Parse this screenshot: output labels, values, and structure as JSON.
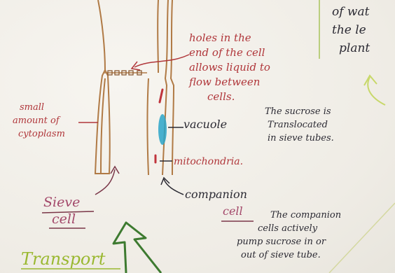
{
  "labels": {
    "holes": [
      "holes in the",
      "end of the cell",
      "allows liquid to",
      "flow between",
      "cells."
    ],
    "small_cytoplasm": [
      "small",
      "amount of",
      "cytoplasm"
    ],
    "sucrose_note": [
      "The sucrose is",
      "Translocated",
      "in sieve tubes."
    ],
    "vacuole": "vacuole",
    "mitochondria": "mitochondria.",
    "companion": "companion",
    "companion_cell_word": "cell",
    "companion_note": [
      "The companion",
      "cells actively",
      "pump sucrose in or",
      "out of sieve tube."
    ],
    "sieve": "Sieve",
    "sieve_cell": "cell",
    "transport": "Transport",
    "top_right": [
      "of wat",
      "the le",
      "plant"
    ]
  },
  "colors": {
    "cell_outline": "#b07a45",
    "red_ink": "#b0363a",
    "black_ink": "#2b2a33",
    "pink_ink": "#a3486a",
    "green_ink": "#9ab830",
    "vacuole_fill": "#2aa4c8",
    "mitochondria_fill": "#c0343c"
  }
}
